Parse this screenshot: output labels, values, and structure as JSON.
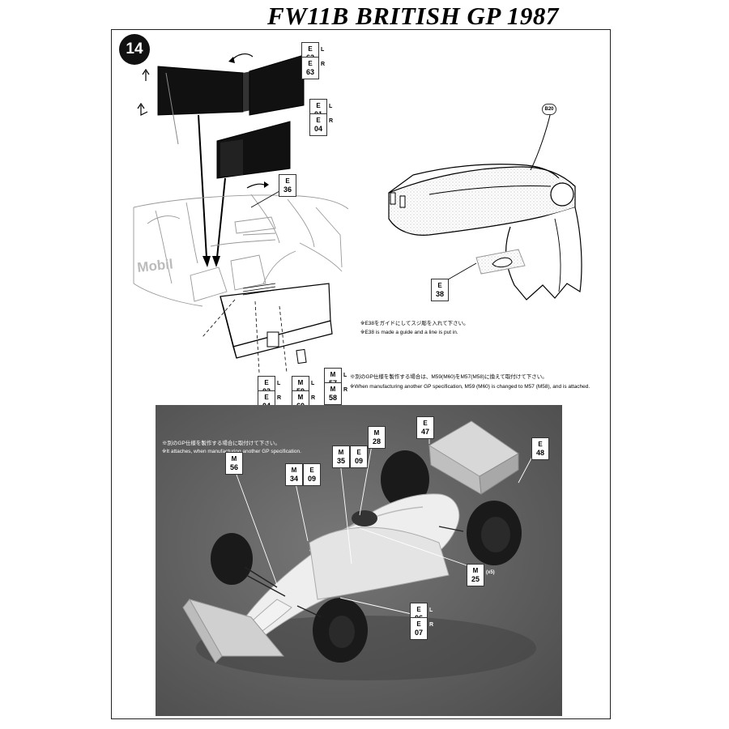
{
  "title": "FW11B  BRITISH GP 1987",
  "step_number": "14",
  "tags": {
    "e62": {
      "letter": "E",
      "number": "62",
      "side": "L"
    },
    "e63": {
      "letter": "E",
      "number": "63",
      "side": "R"
    },
    "e01": {
      "letter": "E",
      "number": "01",
      "side": "L"
    },
    "e04": {
      "letter": "E",
      "number": "04",
      "side": "R"
    },
    "e36": {
      "letter": "E",
      "number": "36"
    },
    "e38": {
      "letter": "E",
      "number": "38"
    },
    "e03b": {
      "letter": "E",
      "number": "03",
      "side": "L"
    },
    "e04b": {
      "letter": "E",
      "number": "04",
      "side": "R"
    },
    "m59": {
      "letter": "M",
      "number": "59",
      "side": "L"
    },
    "m60": {
      "letter": "M",
      "number": "60",
      "side": "R"
    },
    "m57": {
      "letter": "M",
      "number": "57",
      "side": "L"
    },
    "m58": {
      "letter": "M",
      "number": "58",
      "side": "R"
    },
    "b20": "B20",
    "e47": {
      "letter": "E",
      "number": "47"
    },
    "e48": {
      "letter": "E",
      "number": "48"
    },
    "m28": {
      "letter": "M",
      "number": "28"
    },
    "m35": {
      "letter": "M",
      "number": "35"
    },
    "e09a": {
      "letter": "E",
      "number": "09"
    },
    "m34": {
      "letter": "M",
      "number": "34"
    },
    "e09b": {
      "letter": "E",
      "number": "09"
    },
    "m56": {
      "letter": "M",
      "number": "56"
    },
    "m25": {
      "letter": "M",
      "number": "25",
      "side": "(x5)"
    },
    "e06": {
      "letter": "E",
      "number": "06",
      "side": "L"
    },
    "e07": {
      "letter": "E",
      "number": "07",
      "side": "R"
    }
  },
  "notes": {
    "e38_jp": "※E38をガイドにしてスジ彫を入れて下さい。",
    "e38_en": "※E38 is made a guide and a line is put in.",
    "gp_jp": "※別のGP仕様を製作する場合は、M59(M60)をM57(M58)に換えて取付けて下さい。",
    "gp_en": "※When manufacturing another GP specification, M59 (M60) is changed to M57 (M58), and is attached.",
    "photo_jp": "※別のGP仕様を製作する場合に取付けて下さい。",
    "photo_en": "※It attaches, when manufacturing another GP specification."
  },
  "decal_text": "Mobil"
}
